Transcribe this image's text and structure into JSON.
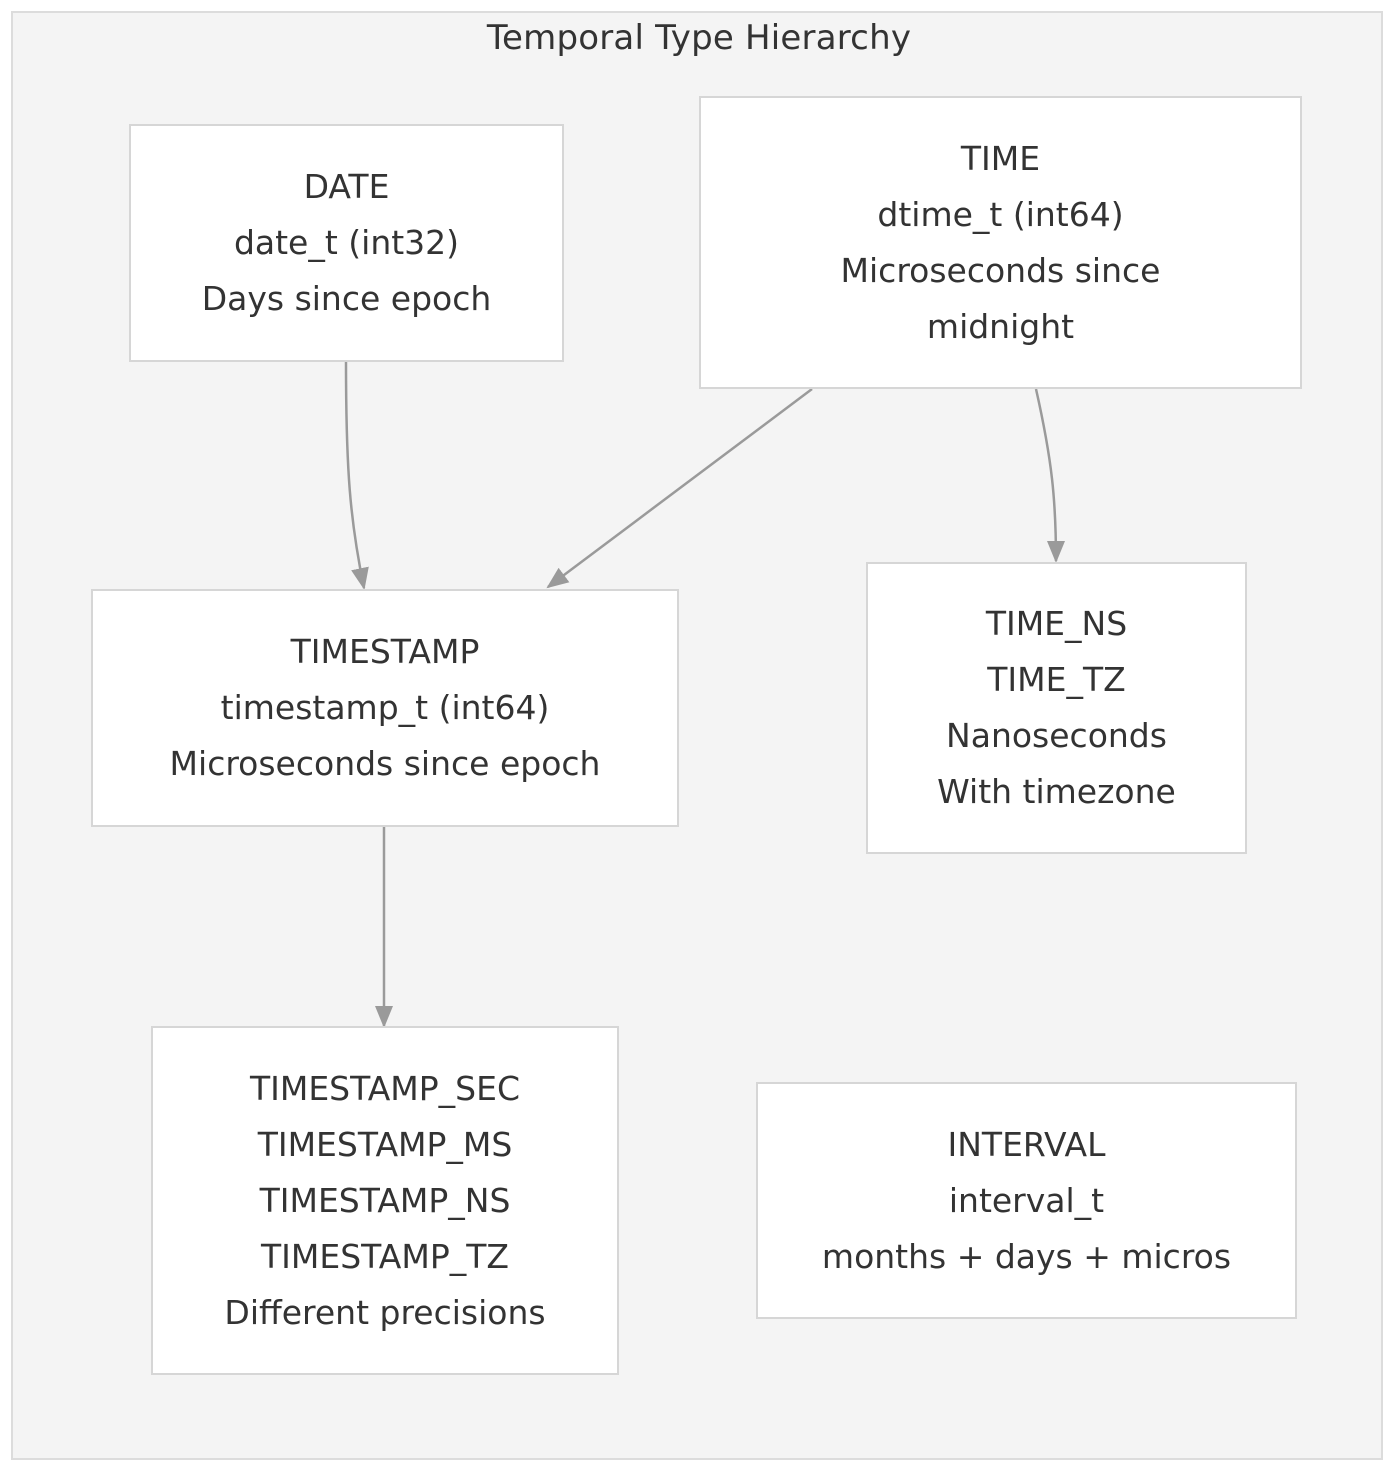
{
  "diagram": {
    "title": "Temporal Type Hierarchy",
    "nodes": {
      "date": {
        "lines": [
          "DATE",
          "date_t (int32)",
          "Days since epoch"
        ]
      },
      "time": {
        "lines": [
          "TIME",
          "dtime_t (int64)",
          "Microseconds since",
          "midnight"
        ]
      },
      "timestamp": {
        "lines": [
          "TIMESTAMP",
          "timestamp_t (int64)",
          "Microseconds since epoch"
        ]
      },
      "time_ns": {
        "lines": [
          "TIME_NS",
          "TIME_TZ",
          "Nanoseconds",
          "With timezone"
        ]
      },
      "timestamp_variants": {
        "lines": [
          "TIMESTAMP_SEC",
          "TIMESTAMP_MS",
          "TIMESTAMP_NS",
          "TIMESTAMP_TZ",
          "Different precisions"
        ]
      },
      "interval": {
        "lines": [
          "INTERVAL",
          "interval_t",
          "months + days + micros"
        ]
      }
    },
    "edges": [
      {
        "from": "date",
        "to": "timestamp"
      },
      {
        "from": "time",
        "to": "timestamp"
      },
      {
        "from": "time",
        "to": "time_ns"
      },
      {
        "from": "timestamp",
        "to": "timestamp_variants"
      }
    ],
    "colors": {
      "background": "#f4f4f4",
      "node_fill": "#ffffff",
      "node_border": "#d6d6d6",
      "edge": "#9a9a9a",
      "text": "#333333"
    }
  }
}
